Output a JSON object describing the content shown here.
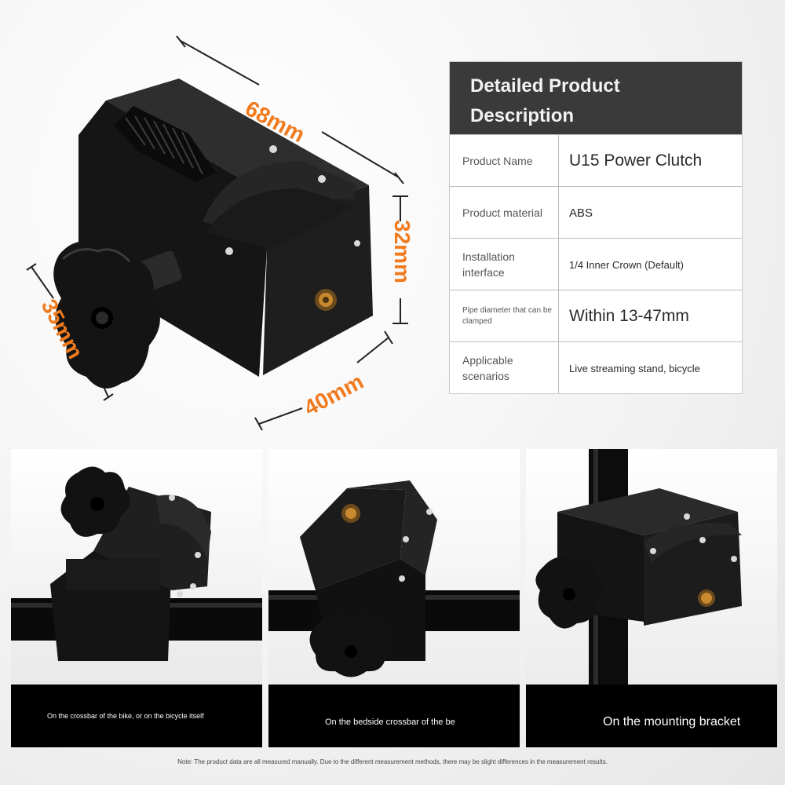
{
  "dimensions": {
    "length": "68mm",
    "height": "32mm",
    "width": "40mm",
    "knob": "35mm"
  },
  "spec_table": {
    "title": "Detailed Product Description",
    "rows": [
      {
        "label": "Product Name",
        "value": "U15 Power Clutch"
      },
      {
        "label": "Product material",
        "value": "ABS"
      },
      {
        "label": "Installation interface",
        "value": "1/4 Inner Crown (Default)"
      },
      {
        "label": "Pipe diameter that can be clamped",
        "value": "Within 13-47mm"
      },
      {
        "label": "Applicable scenarios",
        "value": "Live streaming stand, bicycle"
      }
    ]
  },
  "scenes": [
    {
      "caption": "On the crossbar of the bike, or on the bicycle itself"
    },
    {
      "caption": "On the bedside crossbar of the be"
    },
    {
      "caption": "On the mounting bracket"
    }
  ],
  "note": "Note: The product data are all measured manually. Due to the different measurement methods, there may be slight differences in the measurement results.",
  "colors": {
    "accent": "#f07a1d",
    "header": "#3a3a3a",
    "clamp": "#1c1c1c",
    "brass": "#c8892f"
  }
}
